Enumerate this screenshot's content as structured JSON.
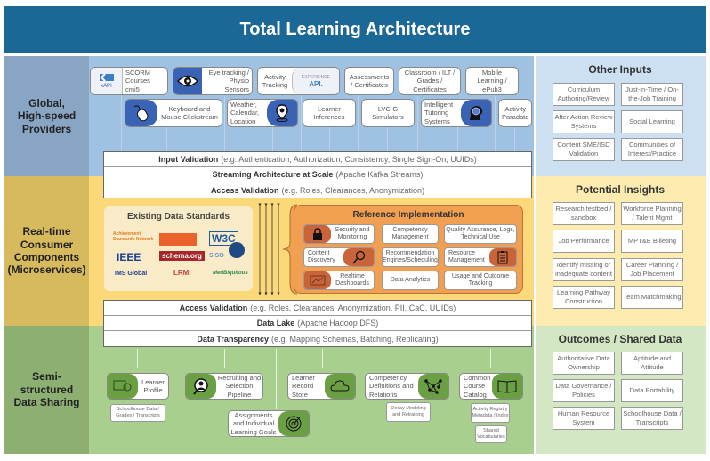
{
  "title": "Total Learning Architecture",
  "bands": [
    {
      "label": "Global, High-speed Providers"
    },
    {
      "label": "Real-time Consumer Components (Microservices)"
    },
    {
      "label": "Semi-structured Data Sharing"
    }
  ],
  "providers_row1": [
    {
      "label": "SCORM Courses cmi5",
      "icon": "xapi-cmi5-logo"
    },
    {
      "label": "Eye tracking / Physio Sensors",
      "icon": "eye-icon"
    },
    {
      "label": "Activity Tracking",
      "icon": "experience-api-logo"
    },
    {
      "label": "Assessments / Certificates"
    },
    {
      "label": "Classroom / ILT / Grades / Certificates"
    },
    {
      "label": "Mobile Learning / ePub3"
    }
  ],
  "providers_row2": [
    {
      "label": "Keyboard and Mouse Clickstream",
      "icon": "mouse-icon"
    },
    {
      "label": "Weather, Calendar, Location",
      "icon": "location-pin-icon"
    },
    {
      "label": "Learner Inferences"
    },
    {
      "label": "LVC-G Simulators"
    },
    {
      "label": "Intelligent Tutoring Systems",
      "icon": "brain-head-icon"
    },
    {
      "label": "Activity Paradata"
    }
  ],
  "top_layers": [
    {
      "bold": "Input Validation",
      "detail": "(e.g. Authentication, Authorization, Consistency, Single Sign-On, UUIDs)"
    },
    {
      "bold": "Streaming Architecture at Scale",
      "detail": "(Apache Kafka Streams)"
    },
    {
      "bold": "Access Validation",
      "detail": "(e.g. Roles, Clearances, Anonymization)"
    }
  ],
  "standards": {
    "title": "Existing Data Standards",
    "logos": [
      "Achievement Standards Network",
      "Dublin Core Metadata Initiative",
      "W3C",
      "IEEE",
      "schema.org",
      "SISO",
      "ADL",
      "IMS Global",
      "LRMI",
      "MedBiquitous"
    ]
  },
  "reference": {
    "title": "Reference Implementation",
    "items": [
      {
        "label": "Security and Monitoring",
        "icon": "lock-icon"
      },
      {
        "label": "Competency Management"
      },
      {
        "label": "Quality Assurance, Logs, Technical Use"
      },
      {
        "label": "Content Discovery",
        "icon": "magnifier-icon"
      },
      {
        "label": "Recommendation Engines/Scheduling"
      },
      {
        "label": "Resource Management",
        "icon": "clipboard-icon"
      },
      {
        "label": "Realtime Dashboards",
        "icon": "dashboard-icon"
      },
      {
        "label": "Data Analytics"
      },
      {
        "label": "Usage and Outcome Tracking"
      }
    ]
  },
  "bottom_layers": [
    {
      "bold": "Access Validation",
      "detail": "(e.g. Roles, Clearances, Anonymization, PII, CaC, UUIDs)"
    },
    {
      "bold": "Data Lake",
      "detail": "(Apache Hadoop DFS)"
    },
    {
      "bold": "Data Transparency",
      "detail": "(e.g. Mapping Schemas, Batching, Replicating)"
    }
  ],
  "data_sharing": [
    {
      "label": "Learner Profile",
      "icon": "certificate-screen-icon",
      "subs": [
        "Schoolhouse Data / Grades / Transcripts"
      ]
    },
    {
      "label": "Recruiting and Selection Pipeline",
      "icon": "person-search-icon",
      "subs": []
    },
    {
      "label": "Assignments and Individual Learning Goals",
      "icon": "target-icon",
      "subs": []
    },
    {
      "label": "Learner Record Store",
      "icon": "cloud-icon",
      "subs": []
    },
    {
      "label": "Competency Definitions and Relations",
      "icon": "network-graph-icon",
      "subs": [
        "Decay Modeling and Retraining"
      ]
    },
    {
      "label": "Common Course Catalog",
      "icon": "book-icon",
      "subs": [
        "Activity Registry Metadata / Index",
        "Shared Vocabularies"
      ]
    }
  ],
  "other_inputs": {
    "title": "Other Inputs",
    "items": [
      "Curriculum Authoring/Review",
      "Just-in-Time / On-the-Job Training",
      "After Action Review Systems",
      "Social Learning",
      "Content SME/ISD Validation",
      "Communities of Interest/Practice"
    ]
  },
  "potential_insights": {
    "title": "Potential Insights",
    "items": [
      "Research testbed / sandbox",
      "Workforce Planning / Talent Mgmt",
      "Job Performance",
      "MPT&E Billeting",
      "Identify missing or inadequate content",
      "Career Planning / Job Placement",
      "Learning Pathway Construction",
      "Team Matchmaking"
    ]
  },
  "outcomes": {
    "title": "Outcomes / Shared Data",
    "items": [
      "Authoritative Data Ownership",
      "Aptitude and Attitude",
      "Data Governance / Policies",
      "Data Portability",
      "Human Resource System",
      "Schoolhouse Data / Transcripts"
    ]
  }
}
